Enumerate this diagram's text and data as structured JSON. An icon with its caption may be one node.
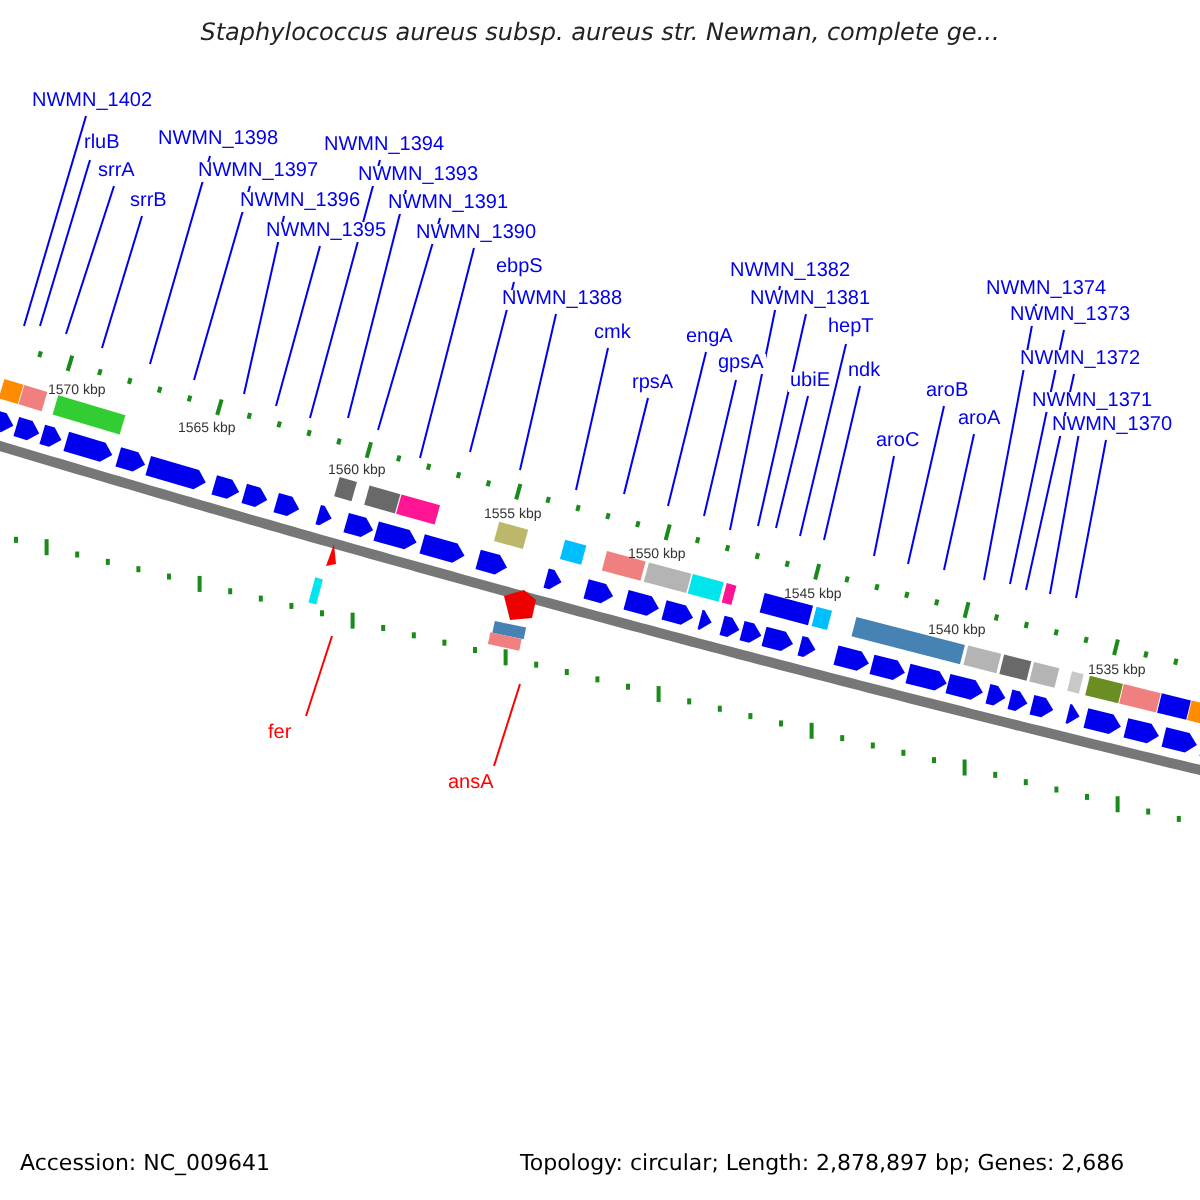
{
  "diagram": {
    "title": "Staphylococcus aureus subsp. aureus str. Newman, complete ge...",
    "nodes": [
      {
        "text": [
          "NWMN_1402"
        ]
      },
      {
        "text": [
          "rluB"
        ]
      },
      {
        "text": [
          "srrA"
        ]
      },
      {
        "text": [
          "srrB"
        ]
      },
      {
        "text": [
          "NWMN_1398"
        ]
      },
      {
        "text": [
          "NWMN_1397"
        ]
      },
      {
        "text": [
          "NWMN_1396"
        ]
      },
      {
        "text": [
          "NWMN_1395"
        ]
      },
      {
        "text": [
          "NWMN_1394"
        ]
      },
      {
        "text": [
          "NWMN_1393"
        ]
      },
      {
        "text": [
          "NWMN_1391"
        ]
      },
      {
        "text": [
          "NWMN_1390"
        ]
      },
      {
        "text": [
          "ebpS"
        ]
      },
      {
        "text": [
          "NWMN_1388"
        ]
      },
      {
        "text": [
          "cmk"
        ]
      },
      {
        "text": [
          "rpsA"
        ]
      },
      {
        "text": [
          "engA"
        ]
      },
      {
        "text": [
          "gpsA"
        ]
      },
      {
        "text": [
          "NWMN_1382"
        ]
      },
      {
        "text": [
          "NWMN_1381"
        ]
      },
      {
        "text": [
          "hepT"
        ]
      },
      {
        "text": [
          "ubiE"
        ]
      },
      {
        "text": [
          "ndk"
        ]
      },
      {
        "text": [
          "aroC"
        ]
      },
      {
        "text": [
          "aroB"
        ]
      },
      {
        "text": [
          "aroA"
        ]
      },
      {
        "text": [
          "NWMN_1374"
        ]
      },
      {
        "text": [
          "NWMN_1373"
        ]
      },
      {
        "text": [
          "NWMN_1372"
        ]
      },
      {
        "text": [
          "NWMN_1371"
        ]
      },
      {
        "text": [
          "NWMN_1370"
        ]
      },
      {
        "text": [
          "fer"
        ]
      },
      {
        "text": [
          "ansA"
        ]
      }
    ],
    "edges": [
      {
        "from": 0,
        "to": null,
        "arrow": "none"
      },
      {
        "from": 1,
        "to": null,
        "arrow": "none"
      },
      {
        "from": 2,
        "to": null,
        "arrow": "none"
      },
      {
        "from": 3,
        "to": null,
        "arrow": "none"
      },
      {
        "from": 4,
        "to": null,
        "arrow": "none"
      },
      {
        "from": 5,
        "to": null,
        "arrow": "none"
      },
      {
        "from": 6,
        "to": null,
        "arrow": "none"
      },
      {
        "from": 7,
        "to": null,
        "arrow": "none"
      },
      {
        "from": 8,
        "to": null,
        "arrow": "none"
      },
      {
        "from": 9,
        "to": null,
        "arrow": "none"
      },
      {
        "from": 10,
        "to": null,
        "arrow": "none"
      },
      {
        "from": 11,
        "to": null,
        "arrow": "none"
      },
      {
        "from": 12,
        "to": null,
        "arrow": "none"
      },
      {
        "from": 13,
        "to": null,
        "arrow": "none"
      },
      {
        "from": 14,
        "to": null,
        "arrow": "none"
      },
      {
        "from": 15,
        "to": null,
        "arrow": "none"
      },
      {
        "from": 16,
        "to": null,
        "arrow": "none"
      },
      {
        "from": 17,
        "to": null,
        "arrow": "none"
      },
      {
        "from": 18,
        "to": null,
        "arrow": "none"
      },
      {
        "from": 19,
        "to": null,
        "arrow": "none"
      },
      {
        "from": 20,
        "to": null,
        "arrow": "none"
      },
      {
        "from": 21,
        "to": null,
        "arrow": "none"
      },
      {
        "from": 22,
        "to": null,
        "arrow": "none"
      },
      {
        "from": 23,
        "to": null,
        "arrow": "none"
      },
      {
        "from": 24,
        "to": null,
        "arrow": "none"
      },
      {
        "from": 25,
        "to": null,
        "arrow": "none"
      },
      {
        "from": 26,
        "to": null,
        "arrow": "none"
      },
      {
        "from": 27,
        "to": null,
        "arrow": "none"
      },
      {
        "from": 28,
        "to": null,
        "arrow": "none"
      },
      {
        "from": 29,
        "to": null,
        "arrow": "none"
      },
      {
        "from": 30,
        "to": null,
        "arrow": "none"
      },
      {
        "from": 31,
        "to": null,
        "arrow": "none",
        "color": "#ff0000"
      },
      {
        "from": 32,
        "to": null,
        "arrow": "none",
        "color": "#ff0000"
      }
    ],
    "labels": [
      "1570 kbp",
      "1565 kbp",
      "1560 kbp",
      "1555 kbp",
      "1550 kbp",
      "1545 kbp",
      "1540 kbp",
      "1535 kbp",
      "Accession: NC_009641",
      "Topology: circular; Length: 2,878,897 bp; Genes: 2,686"
    ]
  }
}
